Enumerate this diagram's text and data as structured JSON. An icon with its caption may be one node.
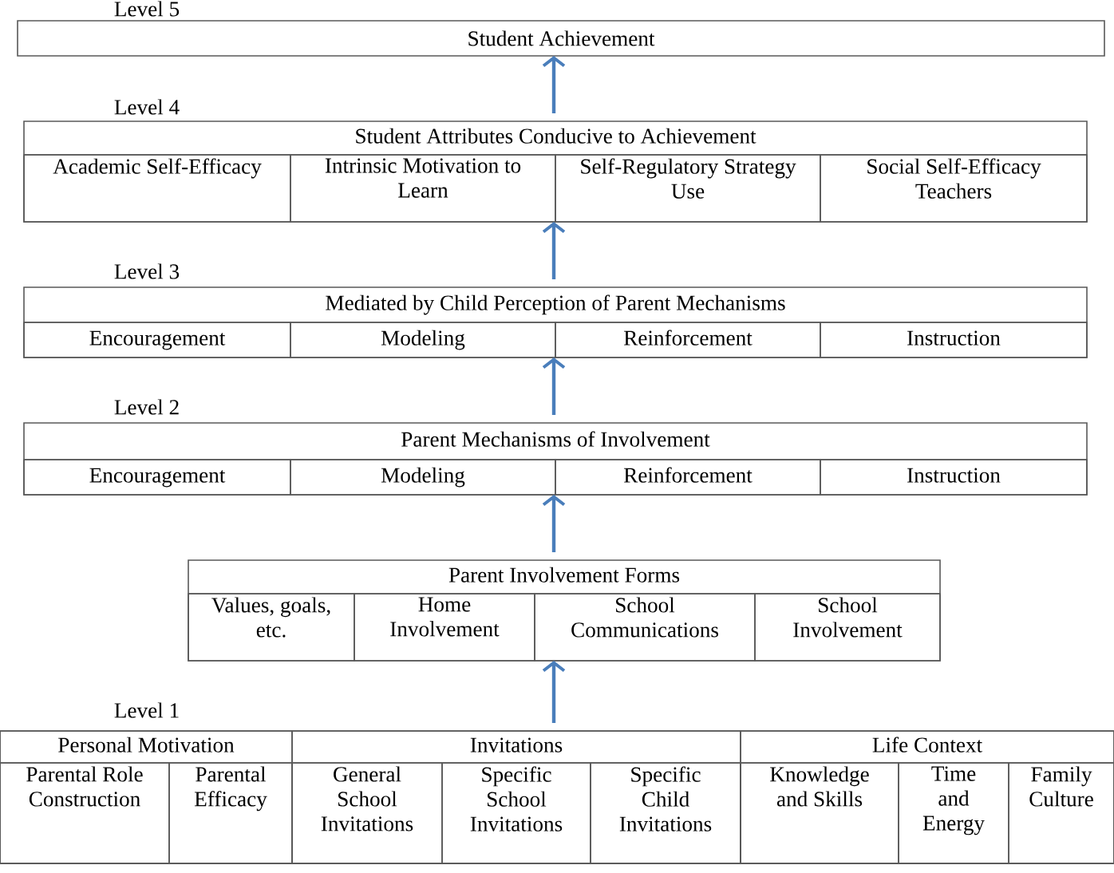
{
  "diagram": {
    "nodes": [
      {
        "text": [
          "Level 5",
          "Student Achievement"
        ]
      },
      {
        "text": [
          "Level 4",
          "Student Attributes Conducive to Achievement"
        ]
      },
      {
        "text": [
          "Academic Self-Efficacy"
        ],
        "in": 1
      },
      {
        "text": [
          "Intrinsic Motivation to Learn"
        ],
        "in": 1
      },
      {
        "text": [
          "Self-Regulatory Strategy Use"
        ],
        "in": 1
      },
      {
        "text": [
          "Social Self-Efficacy Teachers"
        ],
        "in": 1
      },
      {
        "text": [
          "Level 3",
          "Mediated by Child Perception of Parent Mechanisms"
        ]
      },
      {
        "text": [
          "Encouragement"
        ],
        "in": 6
      },
      {
        "text": [
          "Modeling"
        ],
        "in": 6
      },
      {
        "text": [
          "Reinforcement"
        ],
        "in": 6
      },
      {
        "text": [
          "Instruction"
        ],
        "in": 6
      },
      {
        "text": [
          "Level 2",
          "Parent Mechanisms of Involvement"
        ]
      },
      {
        "text": [
          "Encouragement"
        ],
        "in": 11
      },
      {
        "text": [
          "Modeling"
        ],
        "in": 11
      },
      {
        "text": [
          "Reinforcement"
        ],
        "in": 11
      },
      {
        "text": [
          "Instruction"
        ],
        "in": 11
      },
      {
        "text": [
          "Parent Involvement Forms"
        ]
      },
      {
        "text": [
          "Values, goals, etc."
        ],
        "in": 16
      },
      {
        "text": [
          "Home Involvement"
        ],
        "in": 16
      },
      {
        "text": [
          "School Communications"
        ],
        "in": 16
      },
      {
        "text": [
          "School Involvement"
        ],
        "in": 16
      },
      {
        "text": [
          "Level 1"
        ]
      },
      {
        "text": [
          "Personal Motivation"
        ],
        "in": 21
      },
      {
        "text": [
          "Parental Role Construction"
        ],
        "in": 22
      },
      {
        "text": [
          "Parental Efficacy"
        ],
        "in": 22
      },
      {
        "text": [
          "Invitations"
        ],
        "in": 21
      },
      {
        "text": [
          "General School Invitations"
        ],
        "in": 25
      },
      {
        "text": [
          "Specific School Invitations"
        ],
        "in": 25
      },
      {
        "text": [
          "Specific Child Invitations"
        ],
        "in": 25
      },
      {
        "text": [
          "Life Context"
        ],
        "in": 21
      },
      {
        "text": [
          "Knowledge and Skills"
        ],
        "in": 29
      },
      {
        "text": [
          "Time and Energy"
        ],
        "in": 29
      },
      {
        "text": [
          "Family Culture"
        ],
        "in": 29
      }
    ],
    "edges": [
      {
        "from": 21,
        "to": 16,
        "arrow": "to"
      },
      {
        "from": 16,
        "to": 11,
        "arrow": "to"
      },
      {
        "from": 11,
        "to": 6,
        "arrow": "to"
      },
      {
        "from": 6,
        "to": 1,
        "arrow": "to"
      },
      {
        "from": 1,
        "to": 0,
        "arrow": "to"
      }
    ]
  }
}
